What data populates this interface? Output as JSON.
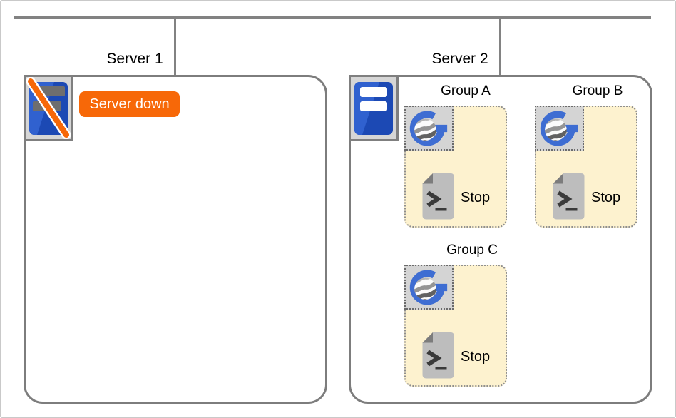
{
  "servers": [
    {
      "label": "Server 1",
      "status": "down",
      "status_badge": "Server down"
    },
    {
      "label": "Server 2",
      "status": "up",
      "groups": [
        {
          "label": "Group A",
          "action_label": "Stop"
        },
        {
          "label": "Group B",
          "action_label": "Stop"
        },
        {
          "label": "Group C",
          "action_label": "Stop"
        }
      ]
    }
  ],
  "icons": {
    "server_down": "server-down-icon (blue server with orange slash)",
    "server_up": "server-icon (blue server, white bars)",
    "group_logo": "globe-g-logo-icon",
    "script": "shell-script-icon"
  },
  "colors": {
    "badge_orange": "#f76808",
    "slash_orange": "#f76808",
    "server_blue_light": "#3568d8",
    "server_blue_dark": "#1c49b4",
    "logo_blue": "#3e6dd2",
    "group_fill": "#fdf2cf",
    "tile_fill": "#d6d6d6",
    "line_gray": "#828282",
    "box_border_gray": "#7d7d7d"
  }
}
